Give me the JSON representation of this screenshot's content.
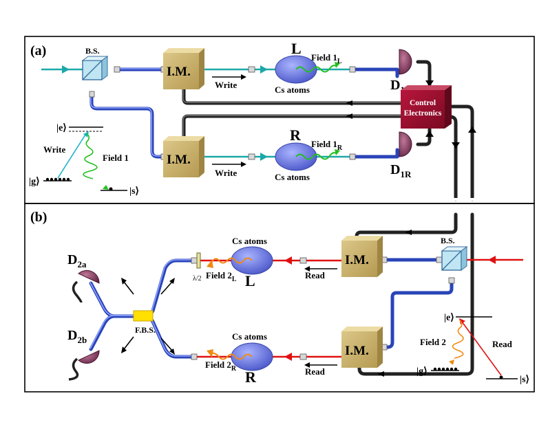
{
  "panels": {
    "a": {
      "label": "(a)"
    },
    "b": {
      "label": "(b)"
    }
  },
  "labels": {
    "bs": "B.S.",
    "im": "I.M.",
    "write": "Write",
    "read": "Read",
    "cs_atoms": "Cs atoms",
    "L": "L",
    "R": "R",
    "field1": "Field 1",
    "field2": "Field 2",
    "sub_L": "L",
    "sub_R": "R",
    "control_line1": "Control",
    "control_line2": "Electronics",
    "D": "D",
    "d1L_sub": "1L",
    "d1R_sub": "1R",
    "d2a_sub": "2a",
    "d2b_sub": "2b",
    "fbs": "F.B.S.",
    "lambda2": "λ/2",
    "ket_e": "|e⟩",
    "ket_g": "|g⟩",
    "ket_s": "|s⟩"
  },
  "colors": {
    "fiber": "#2a44b8",
    "write_beam": "#1ba8a8",
    "read_beam": "#e01010",
    "field1_photon": "#22c020",
    "field2_photon": "#f08a10",
    "modulator": "#c8b068",
    "control": "#9a0f2e",
    "atoms": "#6f7de8",
    "detector": "#8a3a60",
    "fbs": "#ffe000"
  }
}
